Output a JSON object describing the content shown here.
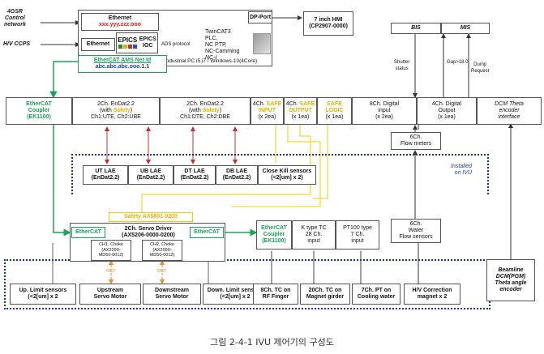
{
  "network": {
    "label1": "4GSR\nControl\nnetwork",
    "label2": "H/V CCPS"
  },
  "ethernet1": {
    "title": "Ethernet",
    "ip": "xxx.yyy.zzz.ooo"
  },
  "ethernet2": {
    "title": "Ethernet"
  },
  "epics": {
    "logo": "EPICS",
    "label": "EPICS\nIOC"
  },
  "ads": "ADS protocol",
  "twincat": {
    "lines": [
      "TwinCAT3",
      "PLC,",
      "NC PTP,",
      "NC-Camming",
      "NC-I"
    ]
  },
  "ipc": "Industrial PC i5,i7 / Windows-10(4Core)",
  "dp_port": "DP-Port",
  "hmi": {
    "line1": "7 inch HMI",
    "line2": "(CP2907-0000)"
  },
  "ams": {
    "title": "EtherCAT AMS Net Id",
    "id": "abc.abc.abc.ooo.1.1"
  },
  "bis": "BIS",
  "mis": "MIS",
  "shutter": "Shutter\nstatus",
  "gap": "Gap>18.0",
  "dump": "Dump\nRequest",
  "row1": [
    {
      "t1": "EtherCAT",
      "t2": "Coupler",
      "t3": "(EK1100)"
    },
    {
      "t1": "2Ch. EnDat2.2",
      "t2a": "(with ",
      "t2b": "Safety",
      "t2c": ")",
      "t3": "Ch1:UTE, Ch2:UBE"
    },
    {
      "t1": "2Ch. EnDat2.2",
      "t2a": "(with ",
      "t2b": "Safety",
      "t2c": ")",
      "t3": "Ch1:DTE, Ch2:DBE"
    },
    {
      "t1a": "4Ch. ",
      "t1b": "SAFE",
      "t2": "INPUT",
      "t3": "(x 2ea)"
    },
    {
      "t1a": "4Ch. ",
      "t1b": "SAFE",
      "t2": "OUTPUT",
      "t3": "(x 1ea)"
    },
    {
      "t1": "SAFE",
      "t2": "LOGIC",
      "t3": "(x 1ea)"
    },
    {
      "t1": "8Ch. Digital",
      "t2": "input",
      "t3": "(x 2ea)"
    },
    {
      "t1": "4Ch. Digital",
      "t2": "Output",
      "t3": "(x 1ea)"
    },
    {
      "t1": "DCM Theta",
      "t2": "encoder",
      "t3": "interface"
    }
  ],
  "flow_meters": {
    "line1": "6Ch.",
    "line2": "Flow meters"
  },
  "installed": "Installed\non IVU",
  "laes": [
    {
      "name": "UT LAE",
      "sub": "(EnDat2.2)"
    },
    {
      "name": "UB LAE",
      "sub": "(EnDat2.2)"
    },
    {
      "name": "DT LAE",
      "sub": "(EnDat2.2)"
    },
    {
      "name": "DB LAE",
      "sub": "(EnDat2.2)"
    }
  ],
  "close_kill": {
    "line1": "Close Kill sensors",
    "line2": "(<2[um] x 2)"
  },
  "safety_ax": "Safety AX5801-0200",
  "servo": {
    "ethercat_l": "EtherCAT",
    "ethercat_r": "EtherCAT",
    "title": "2Ch. Servo Driver",
    "sub": "(AX5206-0000-0200)",
    "choke1": [
      "CH1, Choke",
      "(AX2090-",
      "MD50-0012)"
    ],
    "choke2": [
      "CH2, Choke",
      "(AX2090-",
      "MD50-0012)"
    ],
    "oct": "OCT"
  },
  "coupler2": {
    "t1": "EtherCAT",
    "t2": "Coupler",
    "t3": "(EK1100)"
  },
  "ktype": {
    "t1": "K type TC",
    "t2": "28 Ch.",
    "t3": "input"
  },
  "pt100": {
    "t1": "PT100 type",
    "t2": "7 Ch.",
    "t3": "input"
  },
  "water": {
    "t1": "6Ch.",
    "t2": "Water",
    "t3": "Flow sensors"
  },
  "bottom": [
    {
      "l1": "Up. Limit sensors",
      "l2": "(<2[um] x 2"
    },
    {
      "l1": "Upstream",
      "l2": "Servo Motor"
    },
    {
      "l1": "Downstream",
      "l2": "Servo Motor"
    },
    {
      "l1": "Down. Limit sensors",
      "l2": "(<2[um] x 2"
    },
    {
      "l1": "8Ch. TC on",
      "l2": "RF Finger"
    },
    {
      "l1": "20Ch. TC on",
      "l2": "Magnet girder"
    },
    {
      "l1": "7Ch. PT on",
      "l2": "Cooling water"
    },
    {
      "l1": "H/V Correction",
      "l2": "magnet x 2"
    }
  ],
  "beamline": [
    "Beamline",
    "DCM(PGM)",
    "Theta angle",
    "encoder"
  ],
  "caption": "그림 2-4-1 IVU 제어기의 구성도",
  "colors": {
    "green": "#1aa35a",
    "red": "#e02020",
    "orange": "#e8882a",
    "yellow": "#f0d000",
    "blue": "#1a2f9a"
  }
}
